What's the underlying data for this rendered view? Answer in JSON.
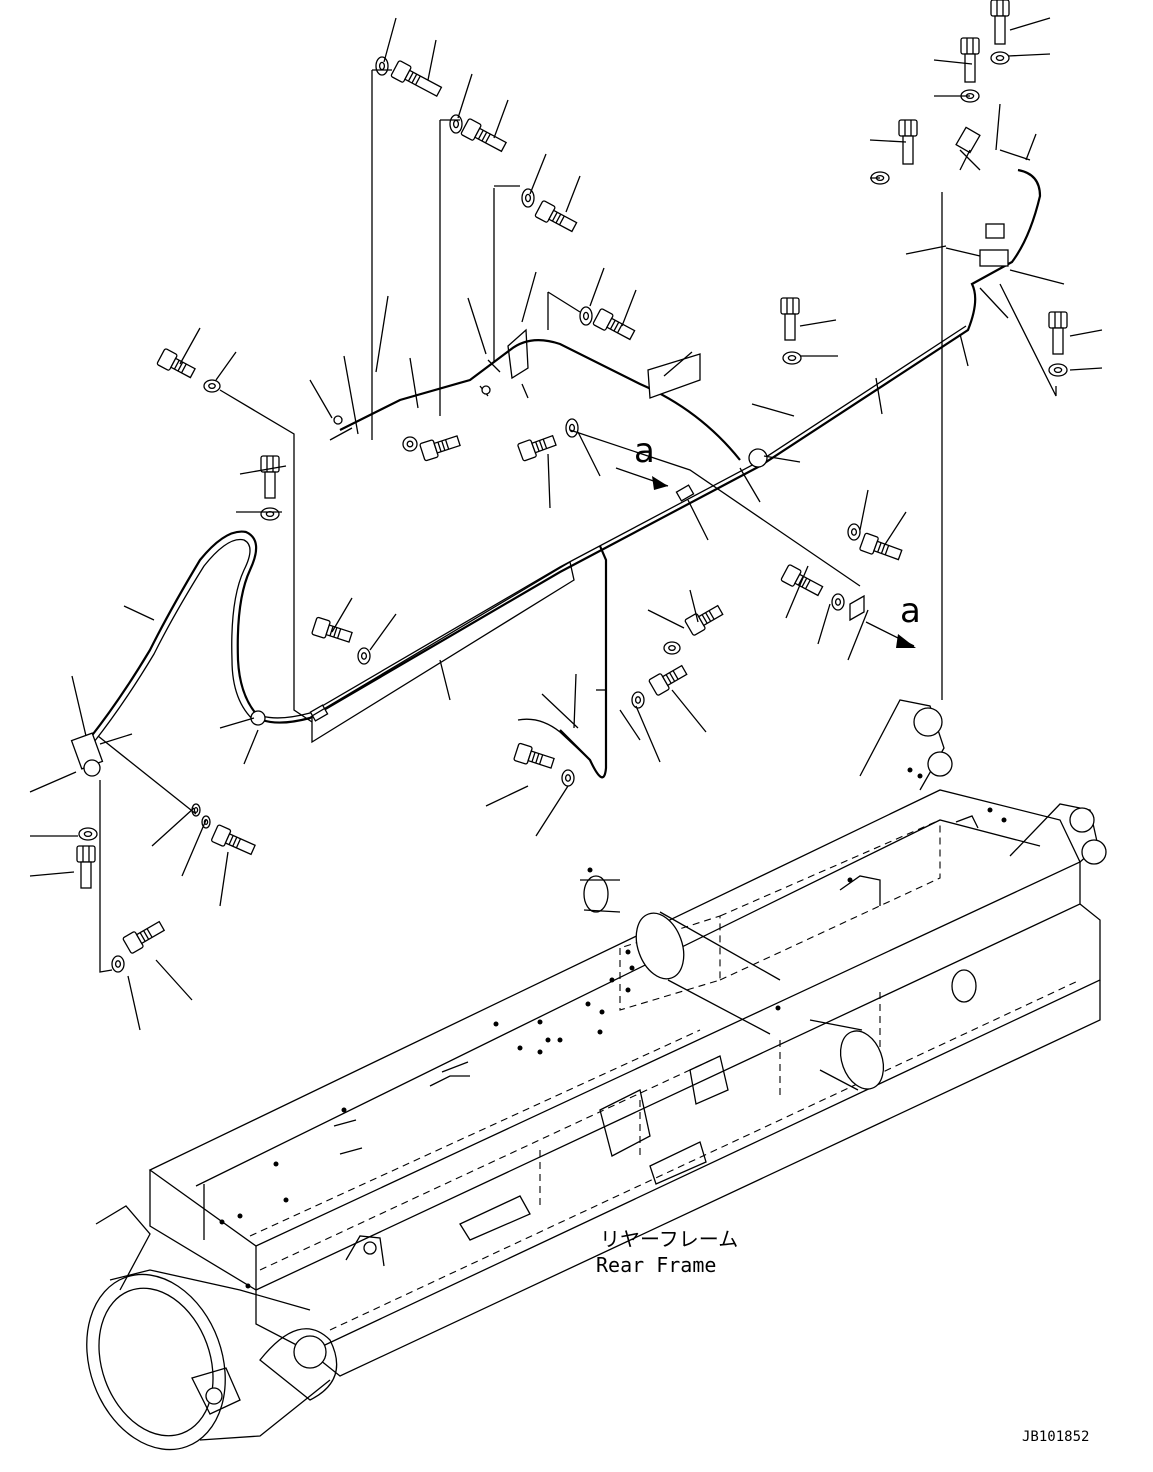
{
  "diagram": {
    "frame_label_jp": "リヤーフレーム",
    "frame_label_en": "Rear Frame",
    "view_arrow_label": "a",
    "drawing_code": "JB101852"
  }
}
